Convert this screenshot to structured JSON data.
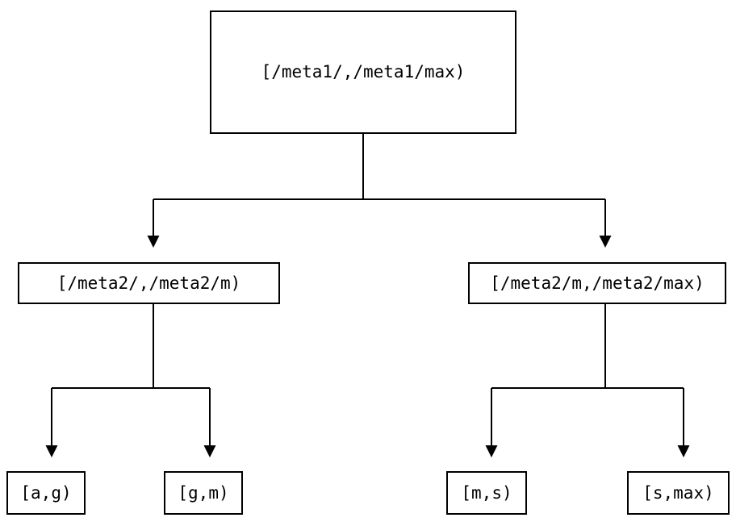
{
  "diagram": {
    "type": "tree",
    "colors": {
      "background": "#ffffff",
      "line": "#000000",
      "node_border": "#000000",
      "text": "#000000"
    },
    "root": {
      "label": "[/meta1/,/meta1/max)"
    },
    "level2": [
      {
        "label": "[/meta2/,/meta2/m)"
      },
      {
        "label": "[/meta2/m,/meta2/max)"
      }
    ],
    "leaves": [
      {
        "label": "[a,g)"
      },
      {
        "label": "[g,m)"
      },
      {
        "label": "[m,s)"
      },
      {
        "label": "[s,max)"
      }
    ],
    "edges": [
      {
        "from": "[/meta1/,/meta1/max)",
        "to": "[/meta2/,/meta2/m)"
      },
      {
        "from": "[/meta1/,/meta1/max)",
        "to": "[/meta2/m,/meta2/max)"
      },
      {
        "from": "[/meta2/,/meta2/m)",
        "to": "[a,g)"
      },
      {
        "from": "[/meta2/,/meta2/m)",
        "to": "[g,m)"
      },
      {
        "from": "[/meta2/m,/meta2/max)",
        "to": "[m,s)"
      },
      {
        "from": "[/meta2/m,/meta2/max)",
        "to": "[s,max)"
      }
    ]
  }
}
